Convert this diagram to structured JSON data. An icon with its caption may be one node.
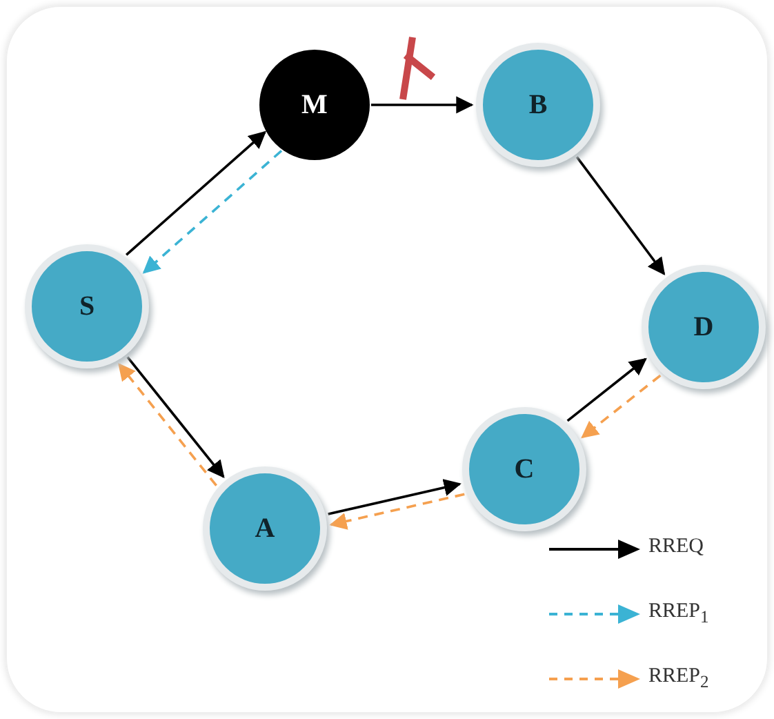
{
  "diagram": {
    "nodes": [
      {
        "text": [
          "S"
        ]
      },
      {
        "text": [
          "M"
        ]
      },
      {
        "text": [
          "B"
        ]
      },
      {
        "text": [
          "D"
        ]
      },
      {
        "text": [
          "C"
        ]
      },
      {
        "text": [
          "A"
        ]
      }
    ],
    "edges": [
      {
        "from": 0,
        "to": 1,
        "arrow": "to"
      },
      {
        "from": 1,
        "to": 0,
        "arrow": "to",
        "style": "dashed",
        "color": "#3bb3d4"
      },
      {
        "from": 1,
        "to": 2,
        "arrow": "to"
      },
      {
        "from": 2,
        "to": 3,
        "arrow": "to"
      },
      {
        "from": 0,
        "to": 5,
        "arrow": "to"
      },
      {
        "from": 5,
        "to": 4,
        "arrow": "to"
      },
      {
        "from": 4,
        "to": 3,
        "arrow": "to"
      },
      {
        "from": 3,
        "to": 4,
        "arrow": "to",
        "style": "dashed",
        "color": "#f5a04f"
      },
      {
        "from": 4,
        "to": 5,
        "arrow": "to",
        "style": "dashed",
        "color": "#f5a04f"
      },
      {
        "from": 5,
        "to": 0,
        "arrow": "to",
        "style": "dashed",
        "color": "#f5a04f"
      }
    ],
    "legend": [
      {
        "text": "RREQ"
      },
      {
        "text": "RREP$_{1}$"
      },
      {
        "text": "RREP$_{2}$"
      }
    ]
  }
}
